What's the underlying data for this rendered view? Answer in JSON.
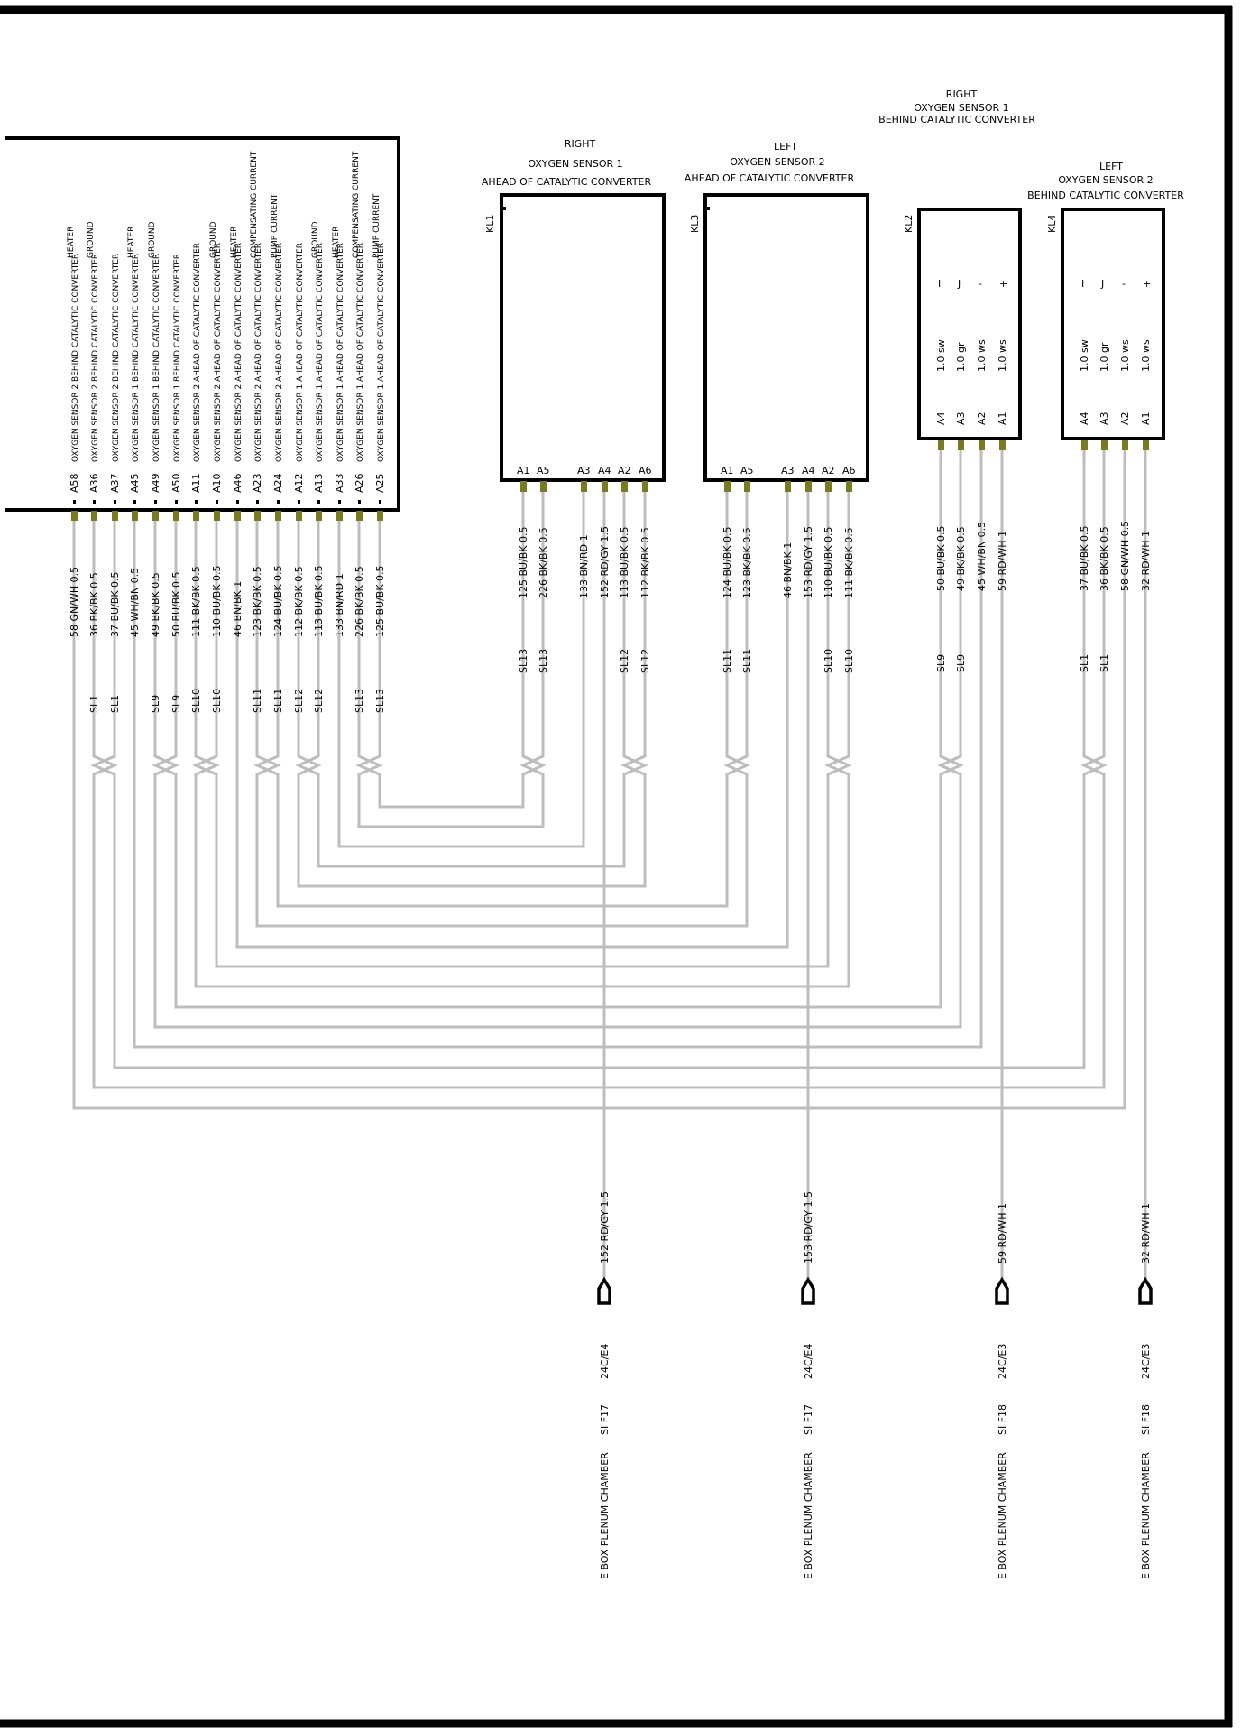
{
  "ecu": {
    "pins": [
      {
        "pin": "A58",
        "desc": "OXYGEN SENSOR 2 BEHIND CATALYTIC CONVERTER",
        "func": "HEATER",
        "wire": "58 GN/WH 0.5",
        "shield": ""
      },
      {
        "pin": "A36",
        "desc": "OXYGEN SENSOR 2 BEHIND CATALYTIC CONVERTER",
        "func": "GROUND",
        "wire": "36 BK/BK 0.5",
        "shield": "SL1"
      },
      {
        "pin": "A37",
        "desc": "OXYGEN SENSOR 2 BEHIND CATALYTIC CONVERTER",
        "func": "",
        "wire": "37 BU/BK 0.5",
        "shield": "SL1"
      },
      {
        "pin": "A45",
        "desc": "OXYGEN SENSOR 1 BEHIND CATALYTIC CONVERTER",
        "func": "HEATER",
        "wire": "45 WH/BN 0.5",
        "shield": ""
      },
      {
        "pin": "A49",
        "desc": "OXYGEN SENSOR 1 BEHIND CATALYTIC CONVERTER",
        "func": "GROUND",
        "wire": "49 BK/BK 0.5",
        "shield": "SL9"
      },
      {
        "pin": "A50",
        "desc": "OXYGEN SENSOR 1 BEHIND CATALYTIC CONVERTER",
        "func": "",
        "wire": "50 BU/BK 0.5",
        "shield": "SL9"
      },
      {
        "pin": "A11",
        "desc": "OXYGEN SENSOR 2 AHEAD OF CATALYTIC CONVERTER",
        "func": "",
        "wire": "111 BK/BK 0.5",
        "shield": "SL10"
      },
      {
        "pin": "A10",
        "desc": "OXYGEN SENSOR 2 AHEAD OF CATALYTIC CONVERTER",
        "func": "GROUND",
        "wire": "110 BU/BK 0.5",
        "shield": "SL10"
      },
      {
        "pin": "A46",
        "desc": "OXYGEN SENSOR 2 AHEAD OF CATALYTIC CONVERTER",
        "func": "HEATER",
        "wire": "46 BN/BK 1",
        "shield": ""
      },
      {
        "pin": "A23",
        "desc": "OXYGEN SENSOR 2 AHEAD OF CATALYTIC CONVERTER",
        "func": "COMPENSATING CURRENT",
        "wire": "123 BK/BK 0.5",
        "shield": "SL11"
      },
      {
        "pin": "A24",
        "desc": "OXYGEN SENSOR 2 AHEAD OF CATALYTIC CONVERTER",
        "func": "PUMP CURRENT",
        "wire": "124 BU/BK 0.5",
        "shield": "SL11"
      },
      {
        "pin": "A12",
        "desc": "OXYGEN SENSOR 1 AHEAD OF CATALYTIC CONVERTER",
        "func": "",
        "wire": "112 BK/BK 0.5",
        "shield": "SL12"
      },
      {
        "pin": "A13",
        "desc": "OXYGEN SENSOR 1 AHEAD OF CATALYTIC CONVERTER",
        "func": "GROUND",
        "wire": "113 BU/BK 0.5",
        "shield": "SL12"
      },
      {
        "pin": "A33",
        "desc": "OXYGEN SENSOR 1 AHEAD OF CATALYTIC CONVERTER",
        "func": "HEATER",
        "wire": "133 BN/RD 1",
        "shield": ""
      },
      {
        "pin": "A26",
        "desc": "OXYGEN SENSOR 1 AHEAD OF CATALYTIC CONVERTER",
        "func": "COMPENSATING CURRENT",
        "wire": "226 BK/BK 0.5",
        "shield": "SL13"
      },
      {
        "pin": "A25",
        "desc": "OXYGEN SENSOR 1 AHEAD OF CATALYTIC CONVERTER",
        "func": "PUMP CURRENT",
        "wire": "125 BU/BK 0.5",
        "shield": "SL13"
      }
    ]
  },
  "kl1": {
    "id": "KL1",
    "title1": "RIGHT",
    "title2": "OXYGEN SENSOR 1",
    "title3": "AHEAD OF CATALYTIC CONVERTER",
    "pins": [
      "A1",
      "A5",
      "A3",
      "A4",
      "A2",
      "A6"
    ],
    "wires": [
      "125 BU/BK 0.5",
      "226 BK/BK 0.5",
      "133 BN/RD 1",
      "152 RD/GY 1.5",
      "113 BU/BK 0.5",
      "112 BK/BK 0.5"
    ],
    "shields": [
      "SL13",
      "SL13",
      "",
      "",
      "SL12",
      "SL12"
    ]
  },
  "kl3": {
    "id": "KL3",
    "title1": "LEFT",
    "title2": "OXYGEN SENSOR 2",
    "title3": "AHEAD OF CATALYTIC CONVERTER",
    "pins": [
      "A1",
      "A5",
      "A3",
      "A4",
      "A2",
      "A6"
    ],
    "wires": [
      "124 BU/BK 0.5",
      "123 BK/BK 0.5",
      "46 BN/BK 1",
      "153 RD/GY 1.5",
      "110 BU/BK 0.5",
      "111 BK/BK 0.5"
    ],
    "shields": [
      "SL11",
      "SL11",
      "",
      "",
      "SL10",
      "SL10"
    ]
  },
  "kl2": {
    "id": "KL2",
    "title1": "RIGHT",
    "title2": "OXYGEN SENSOR 1",
    "title3": "BEHIND CATALYTIC CONVERTER",
    "pins": [
      "A4",
      "A3",
      "A2",
      "A1"
    ],
    "sym": [
      "I",
      "J",
      "-",
      "+"
    ],
    "inner": [
      "1.0 sw",
      "1.0 gr",
      "1.0 ws",
      "1.0 ws"
    ],
    "wires": [
      "50 BU/BK 0.5",
      "49 BK/BK 0.5",
      "45 WH/BN 0.5",
      "59 RD/WH 1"
    ],
    "shields": [
      "SL9",
      "SL9",
      "",
      ""
    ]
  },
  "kl4": {
    "id": "KL4",
    "title1": "LEFT",
    "title2": "OXYGEN SENSOR 2",
    "title3": "BEHIND CATALYTIC CONVERTER",
    "pins": [
      "A4",
      "A3",
      "A2",
      "A1"
    ],
    "sym": [
      "I",
      "J",
      "-",
      "+"
    ],
    "inner": [
      "1.0 sw",
      "1.0 gr",
      "1.0 ws",
      "1.0 ws"
    ],
    "wires": [
      "37 BU/BK 0.5",
      "36 BK/BK 0.5",
      "58 GN/WH 0.5",
      "32 RD/WH 1"
    ],
    "shields": [
      "SL1",
      "SL1",
      "",
      ""
    ]
  },
  "feeds": [
    {
      "wire": "152 RD/GY 1.5",
      "conn": "24C/E4",
      "fuse": "SI F17",
      "loc": "E BOX PLENUM CHAMBER"
    },
    {
      "wire": "153 RD/GY 1.5",
      "conn": "24C/E4",
      "fuse": "SI F17",
      "loc": "E BOX PLENUM CHAMBER"
    },
    {
      "wire": "59 RD/WH 1",
      "conn": "24C/E3",
      "fuse": "SI F18",
      "loc": "E BOX PLENUM CHAMBER"
    },
    {
      "wire": "32 RD/WH 1",
      "conn": "24C/E3",
      "fuse": "SI F18",
      "loc": "E BOX PLENUM CHAMBER"
    }
  ]
}
